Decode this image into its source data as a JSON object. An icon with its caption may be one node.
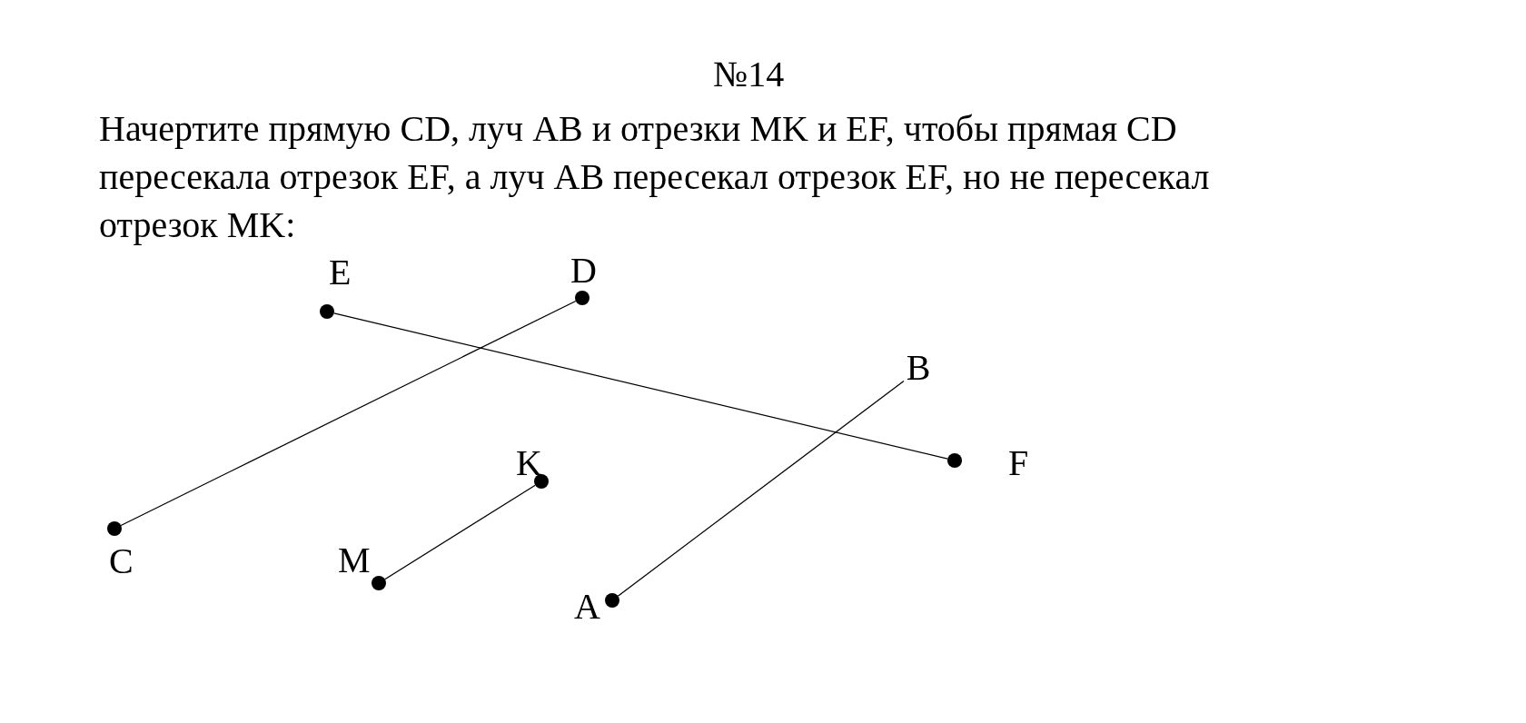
{
  "diagram": {
    "title": "№14",
    "nodes": [
      {
        "text": [],
        "shape": "circle",
        "beside": [
          "E"
        ]
      },
      {
        "text": [],
        "shape": "circle",
        "beside": [
          "D"
        ]
      },
      {
        "text": [
          "B"
        ]
      },
      {
        "text": [],
        "shape": "circle",
        "beside": [
          "F"
        ]
      },
      {
        "text": [],
        "shape": "circle",
        "beside": [
          "K"
        ]
      },
      {
        "text": [],
        "shape": "circle",
        "beside": [
          "C"
        ]
      },
      {
        "text": [],
        "shape": "circle",
        "beside": [
          "M"
        ]
      },
      {
        "text": [],
        "shape": "circle",
        "beside": [
          "A"
        ]
      }
    ],
    "edges": [
      {
        "from": 5,
        "to": 1,
        "arrow": "none"
      },
      {
        "from": 0,
        "to": 3,
        "arrow": "none"
      },
      {
        "from": 6,
        "to": 4,
        "arrow": "none"
      },
      {
        "from": 7,
        "to": 2,
        "arrow": "none"
      }
    ],
    "labels": [
      "Начертите прямую CD, луч AB и отрезки MK и EF, чтобы прямая CD пересекала отрезок EF, а луч AB пересекал отрезок EF, но не пересекал отрезок MK:"
    ]
  }
}
